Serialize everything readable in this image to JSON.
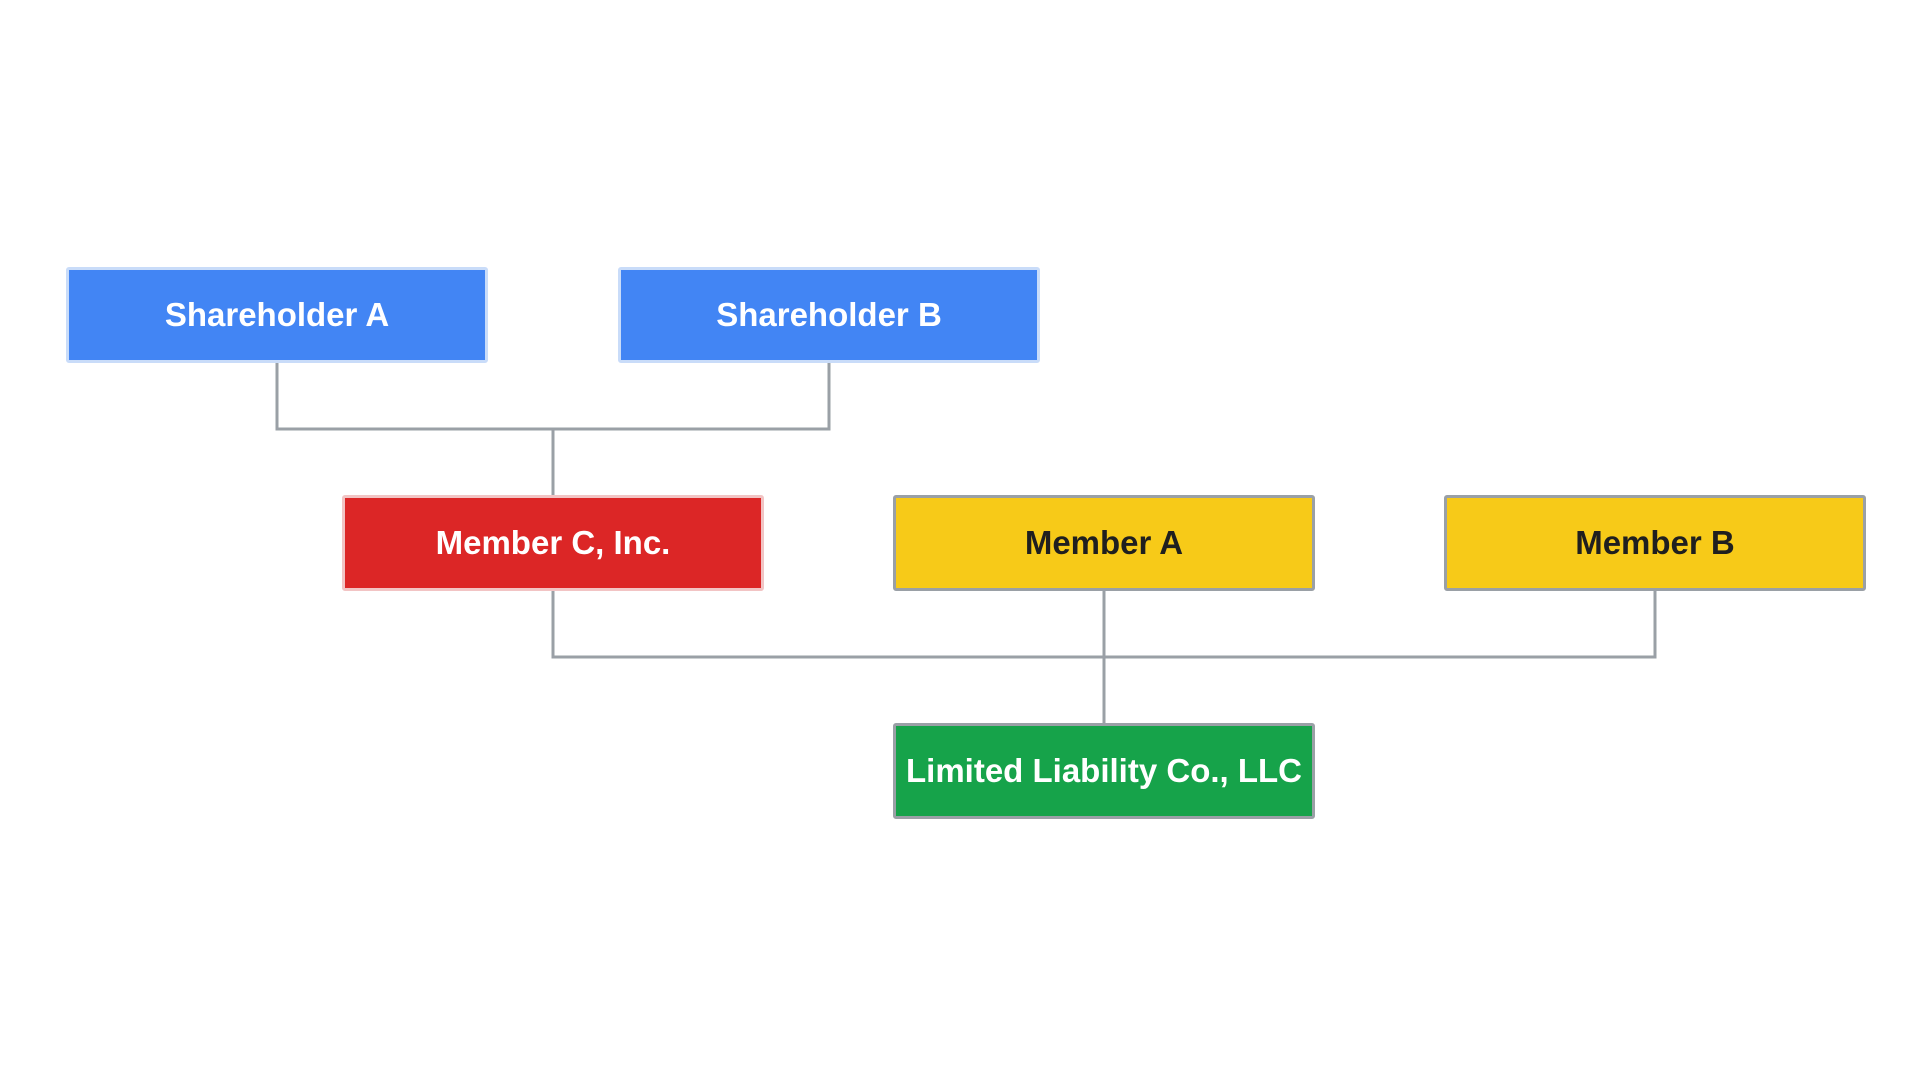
{
  "diagram": {
    "nodes": [
      {
        "id": "shareholder-a",
        "label": "Shareholder A",
        "fill": "#4285F4",
        "text_color": "#FFFFFF",
        "border": "#C9DCF9"
      },
      {
        "id": "shareholder-b",
        "label": "Shareholder B",
        "fill": "#4285F4",
        "text_color": "#FFFFFF",
        "border": "#C9DCF9"
      },
      {
        "id": "member-c",
        "label": "Member C, Inc.",
        "fill": "#DC2626",
        "text_color": "#FFFFFF",
        "border": "#F2C4C4"
      },
      {
        "id": "member-a",
        "label": "Member A",
        "fill": "#F7CA18",
        "text_color": "#1F1F1F",
        "border": "#9AA0A6"
      },
      {
        "id": "member-b",
        "label": "Member B",
        "fill": "#F7CA18",
        "text_color": "#1F1F1F",
        "border": "#9AA0A6"
      },
      {
        "id": "llc",
        "label": "Limited Liability Co., LLC",
        "fill": "#16A34A",
        "text_color": "#FFFFFF",
        "border": "#9AA0A6"
      }
    ],
    "edges": [
      {
        "from": "shareholder-a",
        "to": "member-c"
      },
      {
        "from": "shareholder-b",
        "to": "member-c"
      },
      {
        "from": "member-c",
        "to": "llc"
      },
      {
        "from": "member-a",
        "to": "llc"
      },
      {
        "from": "member-b",
        "to": "llc"
      }
    ],
    "connector_color": "#9AA0A6"
  }
}
